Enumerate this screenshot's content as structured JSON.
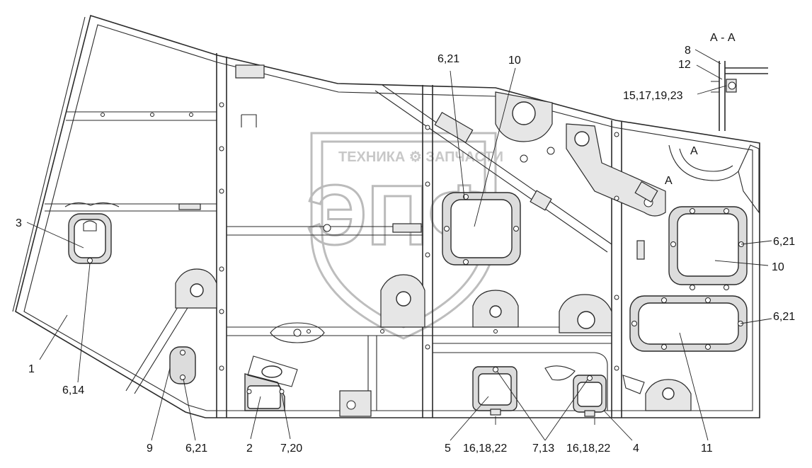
{
  "section_title": "А - А",
  "watermark": {
    "logo_letters": "ЭПФ",
    "brand_text": "ТЕХНИКА ⚙ ЗАПЧАСТИ"
  },
  "callouts": [
    {
      "id": "c-1",
      "text": "1"
    },
    {
      "id": "c-3",
      "text": "3"
    },
    {
      "id": "c-614",
      "text": "6,14"
    },
    {
      "id": "c-9",
      "text": "9"
    },
    {
      "id": "c-621-a",
      "text": "6,21"
    },
    {
      "id": "c-2",
      "text": "2"
    },
    {
      "id": "c-720",
      "text": "7,20"
    },
    {
      "id": "c-621-b",
      "text": "6,21"
    },
    {
      "id": "c-10-a",
      "text": "10"
    },
    {
      "id": "c-5",
      "text": "5"
    },
    {
      "id": "c-161822-a",
      "text": "16,18,22"
    },
    {
      "id": "c-713",
      "text": "7,13"
    },
    {
      "id": "c-161822-b",
      "text": "16,18,22"
    },
    {
      "id": "c-4",
      "text": "4"
    },
    {
      "id": "c-11",
      "text": "11"
    },
    {
      "id": "c-621-c",
      "text": "6,21"
    },
    {
      "id": "c-10-b",
      "text": "10"
    },
    {
      "id": "c-621-d",
      "text": "6,21"
    },
    {
      "id": "c-8",
      "text": "8"
    },
    {
      "id": "c-12",
      "text": "12"
    },
    {
      "id": "c-15171923",
      "text": "15,17,19,23"
    },
    {
      "id": "c-A1",
      "text": "А"
    },
    {
      "id": "c-A2",
      "text": "А"
    }
  ]
}
